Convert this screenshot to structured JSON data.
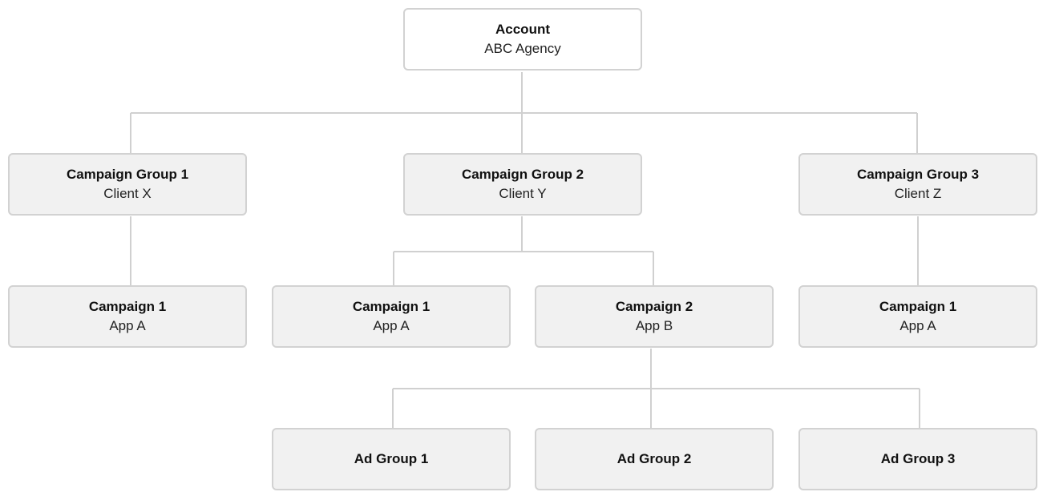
{
  "colors": {
    "node_fill": "#f1f1f1",
    "root_fill": "#ffffff",
    "node_border": "#d2d2d2",
    "connector": "#d0d0d0",
    "text": "#111111"
  },
  "nodes": {
    "account": {
      "title": "Account",
      "subtitle": "ABC Agency"
    },
    "campaign_group_1": {
      "title": "Campaign Group 1",
      "subtitle": "Client X"
    },
    "campaign_group_2": {
      "title": "Campaign Group 2",
      "subtitle": "Client Y"
    },
    "campaign_group_3": {
      "title": "Campaign Group 3",
      "subtitle": "Client Z"
    },
    "cg1_campaign_1": {
      "title": "Campaign 1",
      "subtitle": "App A"
    },
    "cg2_campaign_1": {
      "title": "Campaign 1",
      "subtitle": "App A"
    },
    "cg2_campaign_2": {
      "title": "Campaign 2",
      "subtitle": "App B"
    },
    "cg3_campaign_1": {
      "title": "Campaign 1",
      "subtitle": "App A"
    },
    "ad_group_1": {
      "title": "Ad Group 1"
    },
    "ad_group_2": {
      "title": "Ad Group 2"
    },
    "ad_group_3": {
      "title": "Ad Group 3"
    }
  },
  "edges": [
    [
      "account",
      "campaign_group_1"
    ],
    [
      "account",
      "campaign_group_2"
    ],
    [
      "account",
      "campaign_group_3"
    ],
    [
      "campaign_group_1",
      "cg1_campaign_1"
    ],
    [
      "campaign_group_2",
      "cg2_campaign_1"
    ],
    [
      "campaign_group_2",
      "cg2_campaign_2"
    ],
    [
      "campaign_group_3",
      "cg3_campaign_1"
    ],
    [
      "cg2_campaign_2",
      "ad_group_1"
    ],
    [
      "cg2_campaign_2",
      "ad_group_2"
    ],
    [
      "cg2_campaign_2",
      "ad_group_3"
    ]
  ]
}
